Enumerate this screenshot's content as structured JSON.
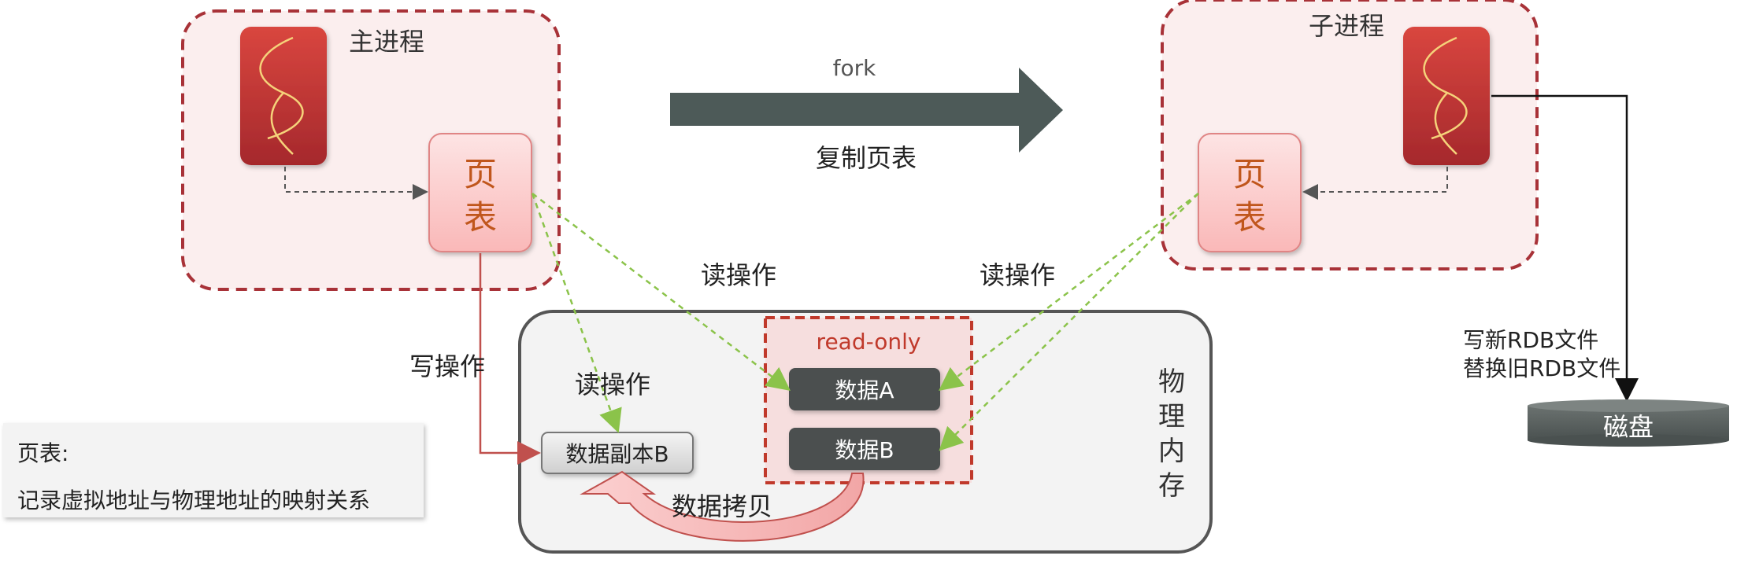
{
  "labels": {
    "main_process": "主进程",
    "child_process": "子进程",
    "fork": "fork",
    "copy_page_table": "复制页表",
    "page_table_char1": "页",
    "page_table_char2": "表",
    "read_op": "读操作",
    "write_op": "写操作",
    "read_only": "read-only",
    "data_a": "数据A",
    "data_b": "数据B",
    "data_copy_b": "数据副本B",
    "data_copy": "数据拷贝",
    "physical_memory": [
      "物",
      "理",
      "内",
      "存"
    ],
    "write_new_rdb": "写新RDB文件",
    "replace_old_rdb": "替换旧RDB文件",
    "disk": "磁盘",
    "legend_title": "页表:",
    "legend_desc": "记录虚拟地址与物理地址的映射关系"
  },
  "colors": {
    "process_border": "#a83238",
    "process_fill": "#fbeeee",
    "page_table_fill": "#fcc7c7",
    "page_table_text": "#c0561b",
    "arrow_dark": "#4d5a58",
    "read_arrow": "#8bc34a",
    "write_arrow": "#c0504d",
    "data_box": "#4b4f4f",
    "read_only_text": "#c0392b"
  }
}
